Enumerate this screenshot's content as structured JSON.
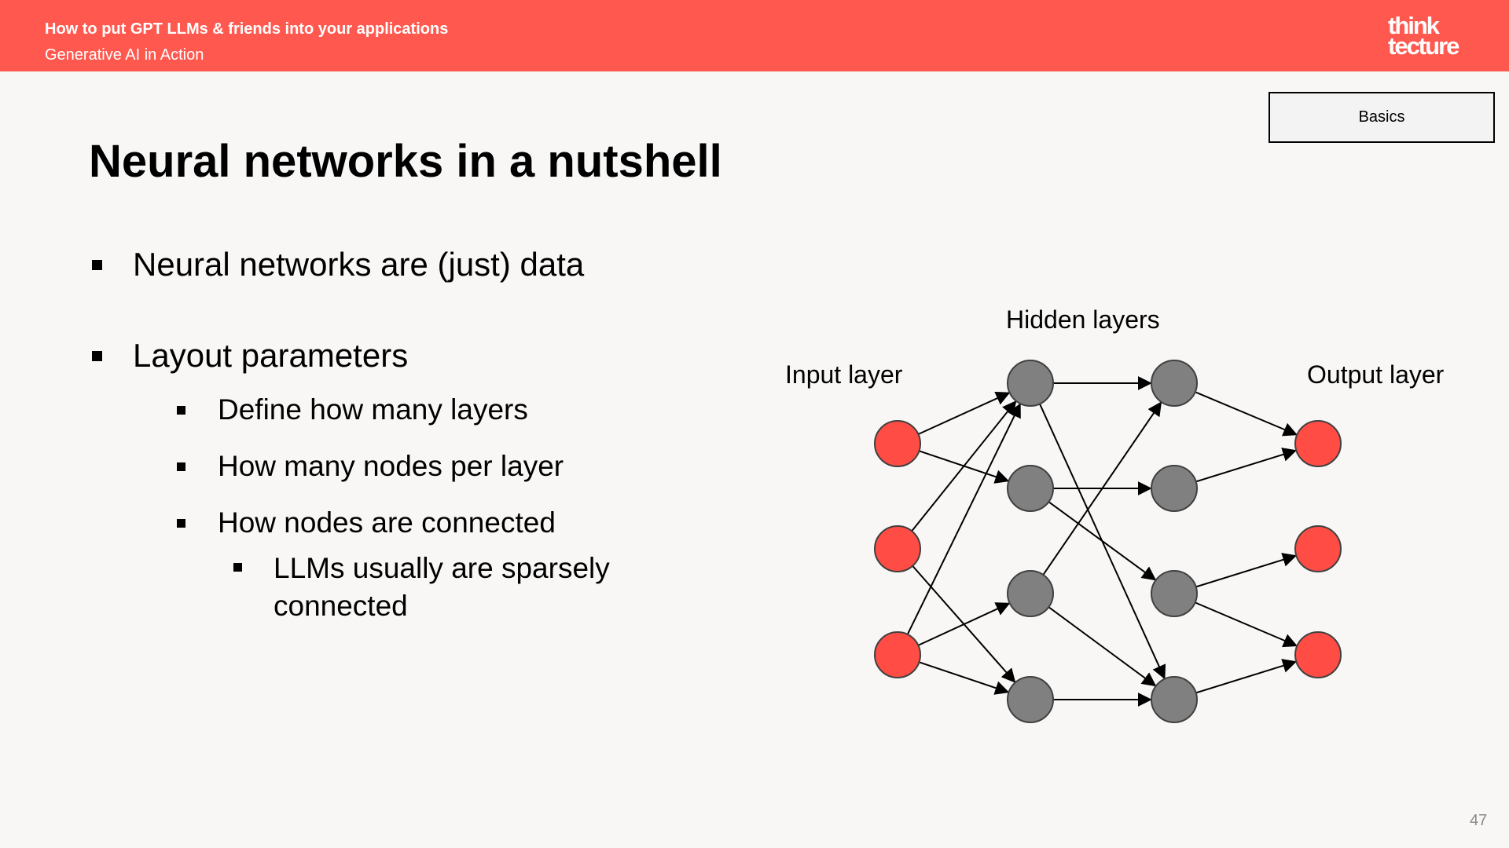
{
  "header": {
    "title": "How to put GPT LLMs & friends into your applications",
    "subtitle": "Generative AI in Action",
    "logo_line1": "think",
    "logo_line2": "tecture",
    "background_color": "#ff584f"
  },
  "badge": {
    "label": "Basics"
  },
  "slide": {
    "title": "Neural networks in a nutshell",
    "bullets": {
      "b1": "Neural networks are (just) data",
      "b2": "Layout parameters",
      "b2_1": "Define how many layers",
      "b2_2": "How many nodes per layer",
      "b2_3": "How nodes are connected",
      "b2_3_1_line1": "LLMs usually are sparsely",
      "b2_3_1_line2": "connected"
    }
  },
  "diagram": {
    "labels": {
      "input": "Input layer",
      "hidden": "Hidden layers",
      "output": "Output layer"
    },
    "colors": {
      "input_node": "#ff4d45",
      "hidden_node": "#808080",
      "output_node": "#ff4d45"
    },
    "layers": [
      {
        "name": "input",
        "nodes": [
          "i1",
          "i2",
          "i3"
        ]
      },
      {
        "name": "hidden1",
        "nodes": [
          "h1a",
          "h1b",
          "h1c",
          "h1d"
        ]
      },
      {
        "name": "hidden2",
        "nodes": [
          "h2a",
          "h2b",
          "h2c",
          "h2d"
        ]
      },
      {
        "name": "output",
        "nodes": [
          "o1",
          "o2",
          "o3"
        ]
      }
    ],
    "edges": [
      [
        "i1",
        "h1a"
      ],
      [
        "i1",
        "h1b"
      ],
      [
        "i2",
        "h1a"
      ],
      [
        "i2",
        "h1d"
      ],
      [
        "i3",
        "h1a"
      ],
      [
        "i3",
        "h1c"
      ],
      [
        "i3",
        "h1d"
      ],
      [
        "h1a",
        "h2a"
      ],
      [
        "h1a",
        "h2d"
      ],
      [
        "h1b",
        "h2b"
      ],
      [
        "h1b",
        "h2c"
      ],
      [
        "h1c",
        "h2a"
      ],
      [
        "h1c",
        "h2d"
      ],
      [
        "h1d",
        "h2d"
      ],
      [
        "h2a",
        "o1"
      ],
      [
        "h2b",
        "o1"
      ],
      [
        "h2c",
        "o2"
      ],
      [
        "h2c",
        "o3"
      ],
      [
        "h2d",
        "o3"
      ]
    ]
  },
  "page_number": "47"
}
